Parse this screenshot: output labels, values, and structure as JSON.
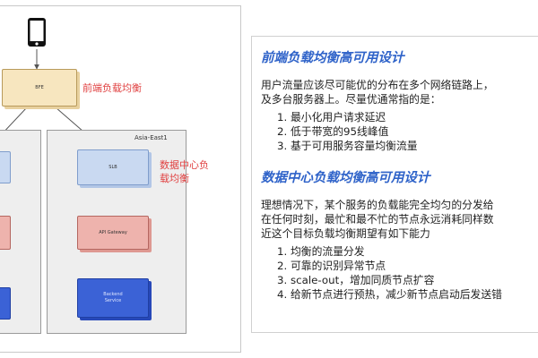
{
  "diagram": {
    "bfe_label": "BFE",
    "bfe_note": "前端负载均衡",
    "region_label": "Asia-East1",
    "slb_label": "SLB",
    "dc_note_line1": "数据中心负",
    "dc_note_line2": "载均衡",
    "api_label": "API Gateway",
    "svc_label_line1": "Backend",
    "svc_label_line2": "Service",
    "colors": {
      "bfe": "#f7e6bf",
      "slb": "#c9d9f1",
      "api": "#eeb3ad",
      "service": "#3b62d6",
      "note": "#e04040"
    },
    "icons": [
      "phone-icon"
    ]
  },
  "text": {
    "frontend_title": "前端负载均衡高可用设计",
    "frontend_para_line1": "用户流量应该尽可能优的分布在多个网络链路上，",
    "frontend_para_line2": "及多台服务器上。尽量优通常指的是：",
    "frontend_items": [
      "1.  最小化用户请求延迟",
      "2.  低于带宽的95线峰值",
      "3.  基于可用服务容量均衡流量"
    ],
    "dc_title": "数据中心负载均衡高可用设计",
    "dc_para_line1": "理想情况下，某个服务的负载能完全均匀的分发给",
    "dc_para_line2": "在任何时刻，最忙和最不忙的节点永远消耗同样数",
    "dc_para_line3": "近这个目标负载均衡期望有如下能力",
    "dc_items": [
      "1.  均衡的流量分发",
      "2.  可靠的识别异常节点",
      "3.  scale-out，增加同质节点扩容",
      "4.  给新节点进行预热，减少新节点启动后发送错"
    ],
    "title_color": "#2f63c9"
  }
}
